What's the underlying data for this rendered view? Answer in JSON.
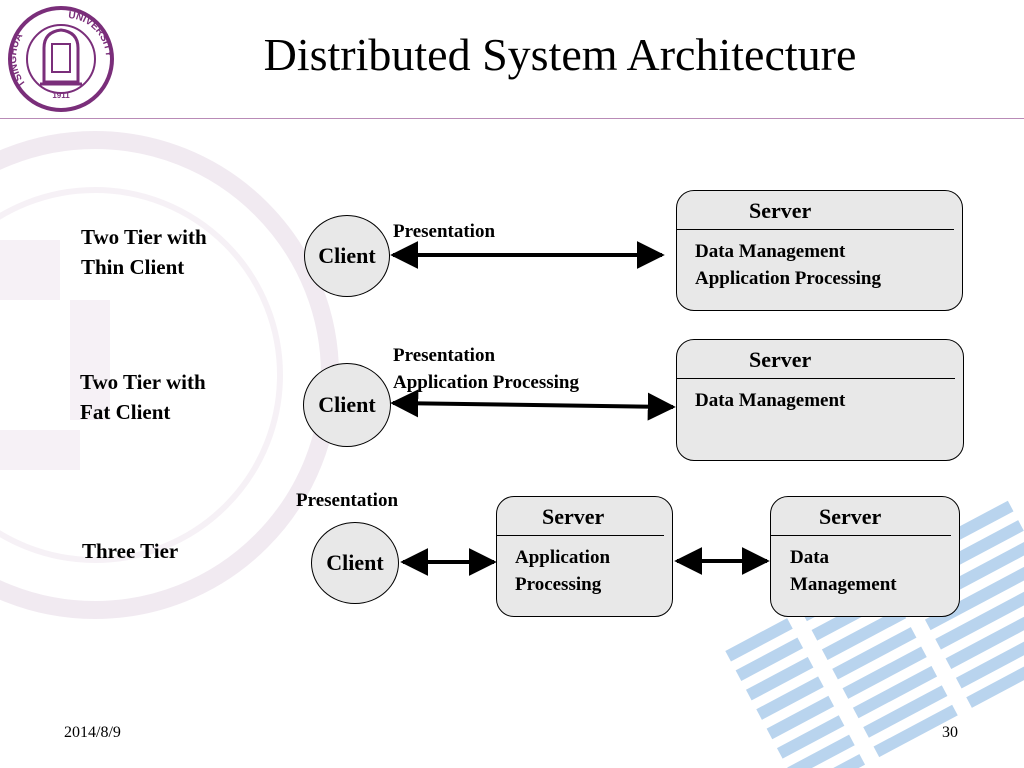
{
  "slide": {
    "title": "Distributed System Architecture",
    "date": "2014/8/9",
    "page_number": "30"
  },
  "logo": {
    "text_left": "TSINGHUA",
    "text_right": "UNIVERSITY",
    "year": "1911"
  },
  "rows": [
    {
      "label_lines": [
        "Two Tier with",
        "Thin Client"
      ],
      "client": "Client",
      "arrow_label_lines": [
        "Presentation"
      ],
      "server_title": "Server",
      "server_body_lines": [
        "Data Management",
        "Application Processing"
      ]
    },
    {
      "label_lines": [
        "Two Tier with",
        "Fat Client"
      ],
      "client": "Client",
      "arrow_label_lines": [
        "Presentation",
        "Application Processing"
      ],
      "server_title": "Server",
      "server_body_lines": [
        "Data Management"
      ]
    },
    {
      "label_lines": [
        "Three Tier"
      ],
      "client": "Client",
      "arrow_label_lines": [
        "Presentation"
      ],
      "servers": [
        {
          "title": "Server",
          "body_lines": [
            "Application",
            "Processing"
          ]
        },
        {
          "title": "Server",
          "body_lines": [
            "Data",
            "Management"
          ]
        }
      ]
    }
  ],
  "colors": {
    "accent": "#7a2e7a",
    "box_fill": "#e8e8e8",
    "watermark_blue": "#b9d4ee",
    "watermark_purple": "#e6d9e6"
  },
  "icons": [
    "university-seal-icon",
    "bell-icon",
    "ibm-logo-icon",
    "watermark-seal-icon"
  ]
}
